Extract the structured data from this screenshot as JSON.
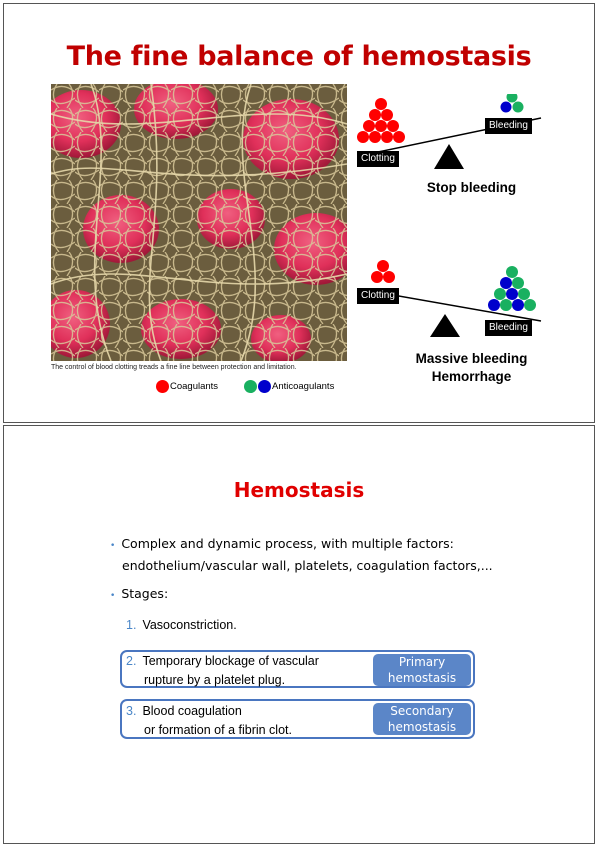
{
  "slide1": {
    "title": "The fine balance of hemostasis",
    "caption": "The control of blood clotting treads a fine line between protection and limitation.",
    "legend": {
      "coagulants": "Coagulants",
      "anticoagulants": "Anticoagulants"
    },
    "colors": {
      "coagulant": "#ff0000",
      "anti_green": "#19b060",
      "anti_blue": "#0000cc"
    },
    "balance_top": {
      "left_tag": "Clotting",
      "right_tag": "Bleeding",
      "label": "Stop bleeding"
    },
    "balance_bottom": {
      "left_tag": "Clotting",
      "right_tag": "Bleeding",
      "label_line1": "Massive bleeding",
      "label_line2": "Hemorrhage"
    }
  },
  "slide2": {
    "title": "Hemostasis",
    "bullet1_line1": "Complex and dynamic process, with multiple factors:",
    "bullet1_line2": "endothelium/vascular wall, platelets, coagulation factors,...",
    "bullet2": "Stages:",
    "steps": [
      {
        "num": "1.",
        "line1": "Vasoconstriction."
      },
      {
        "num": "2.",
        "line1": "Temporary blockage of vascular",
        "line2": "rupture by a platelet plug.",
        "pill1": "Primary",
        "pill2": "hemostasis"
      },
      {
        "num": "3.",
        "line1": "Blood coagulation",
        "line2": "or formation of a fibrin clot.",
        "pill1": "Secondary",
        "pill2": "hemostasis"
      }
    ]
  }
}
